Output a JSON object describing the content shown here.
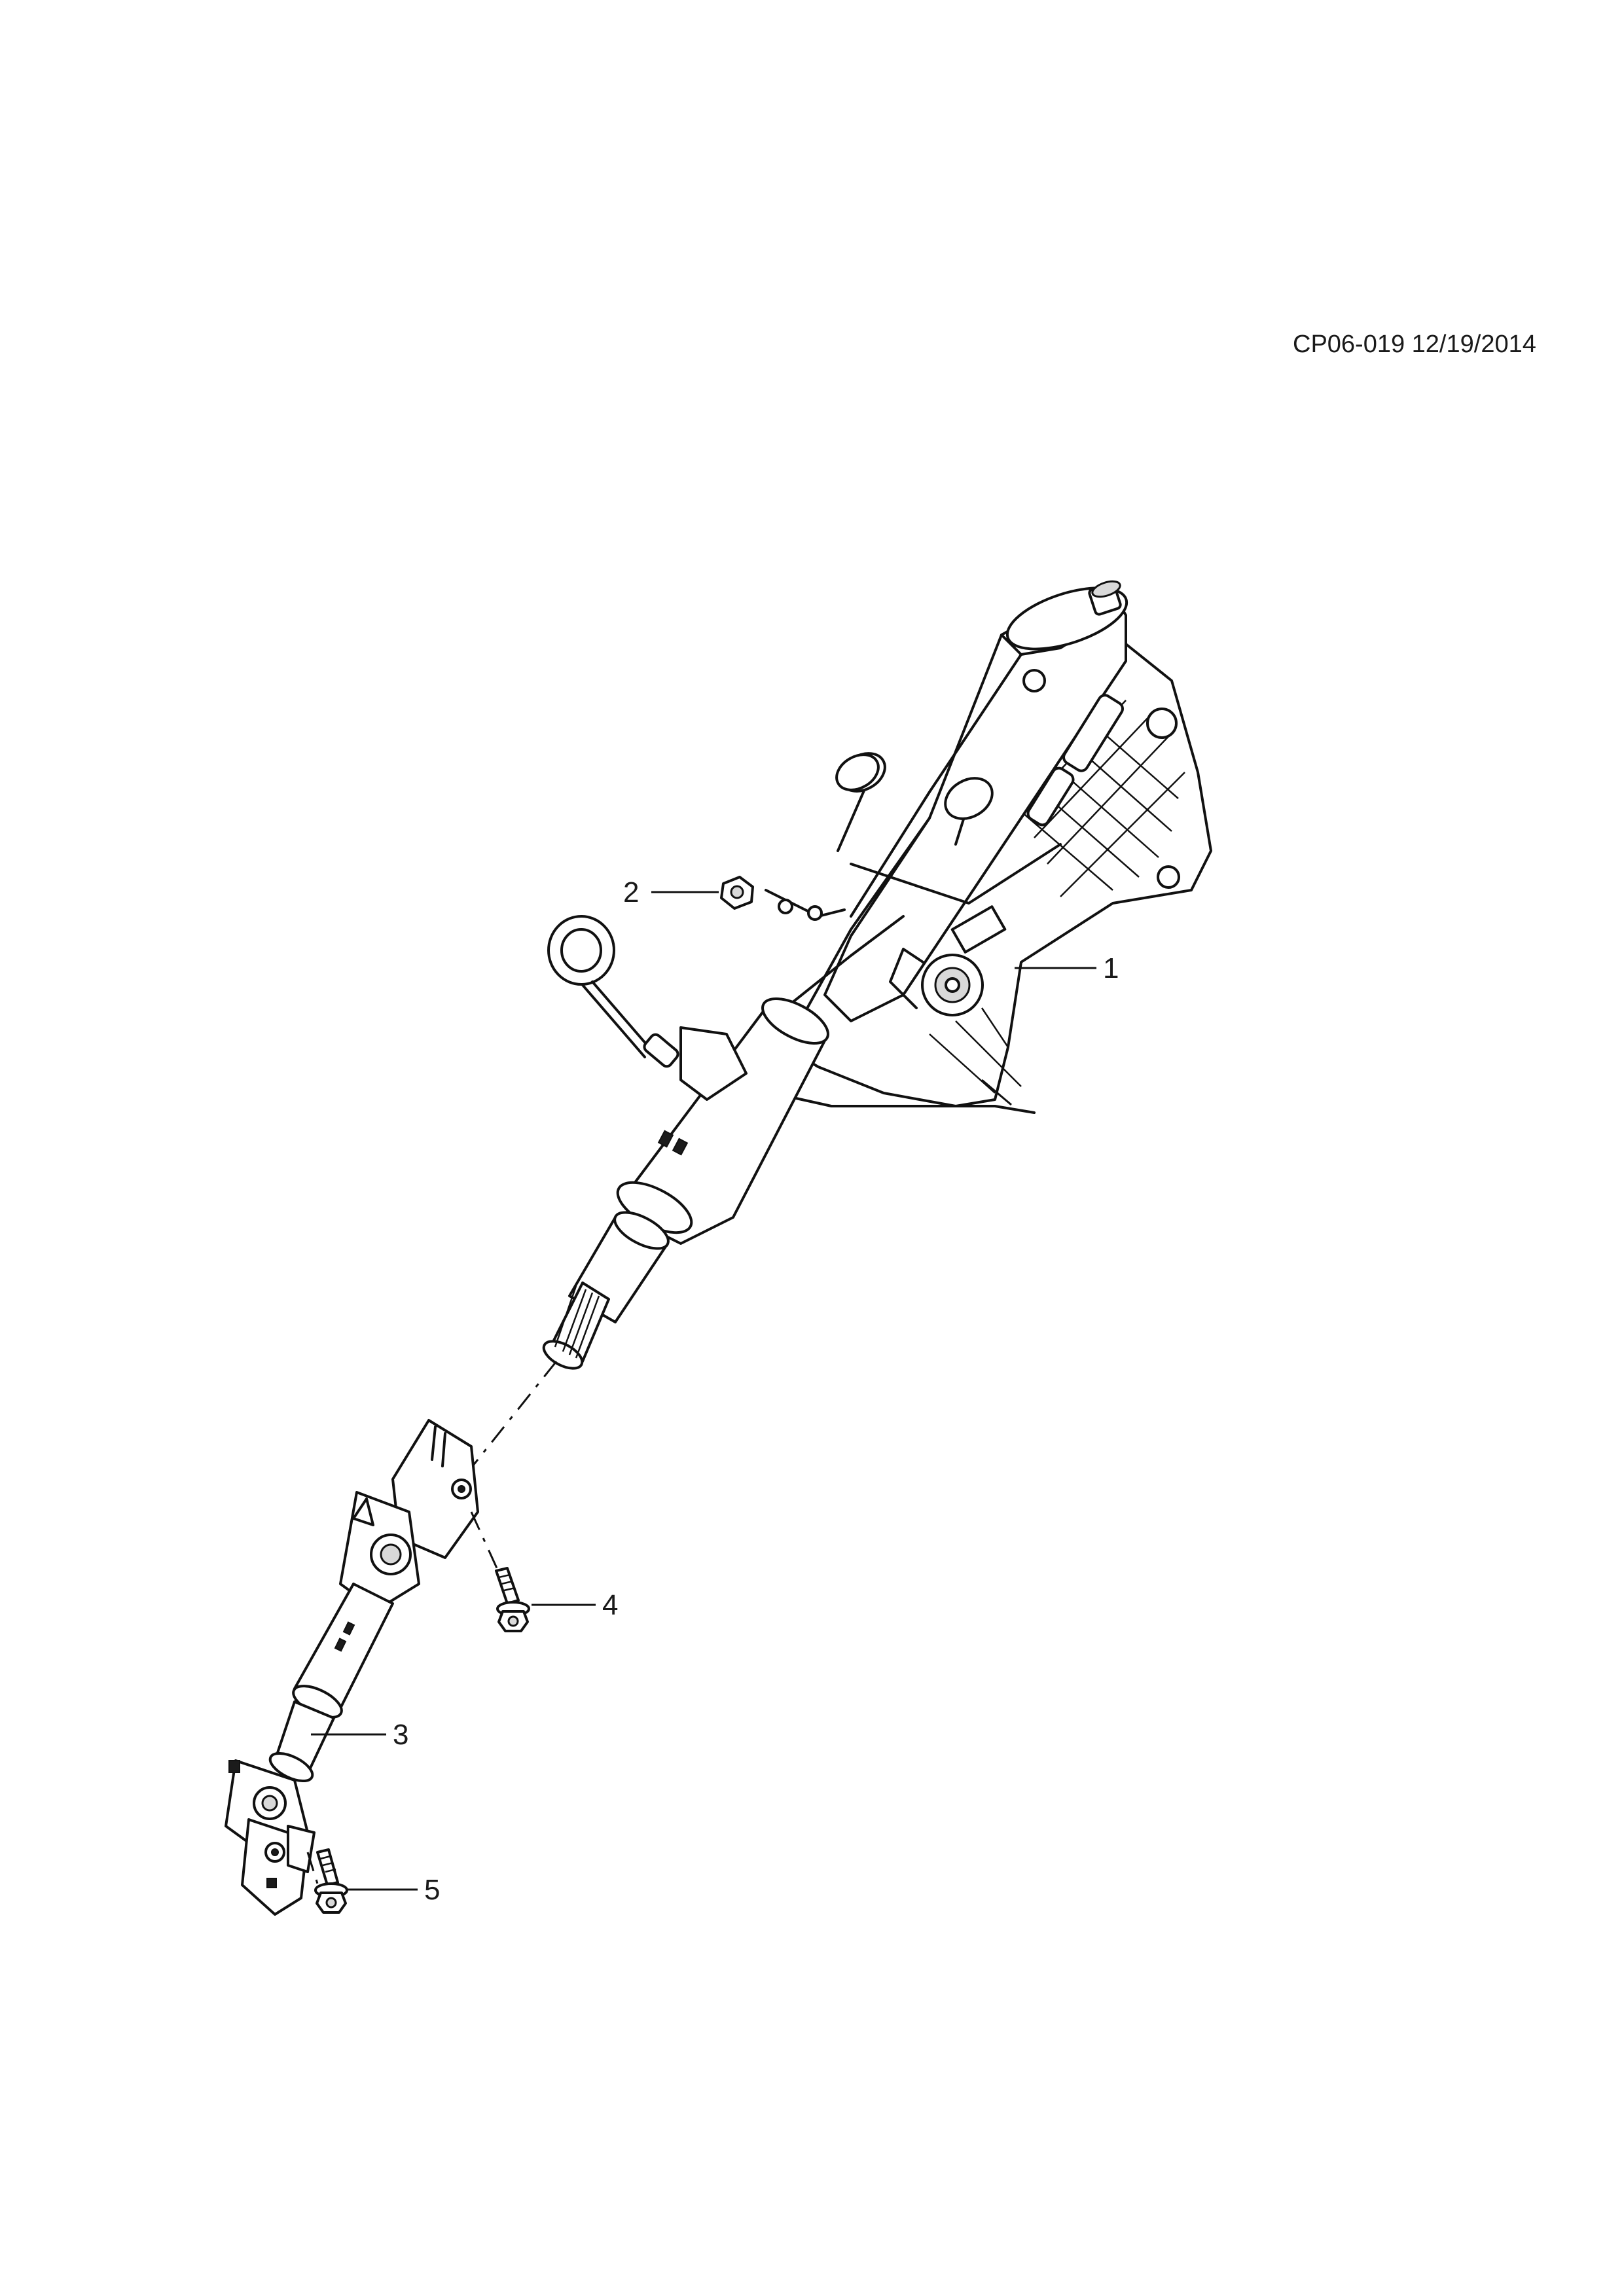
{
  "document_code": "CP06-019 12/19/2014",
  "callouts": [
    {
      "label": "1",
      "part": "steering-column"
    },
    {
      "label": "2",
      "part": "nut"
    },
    {
      "label": "3",
      "part": "intermediate-shaft"
    },
    {
      "label": "4",
      "part": "upper-bolt"
    },
    {
      "label": "5",
      "part": "lower-bolt"
    }
  ]
}
